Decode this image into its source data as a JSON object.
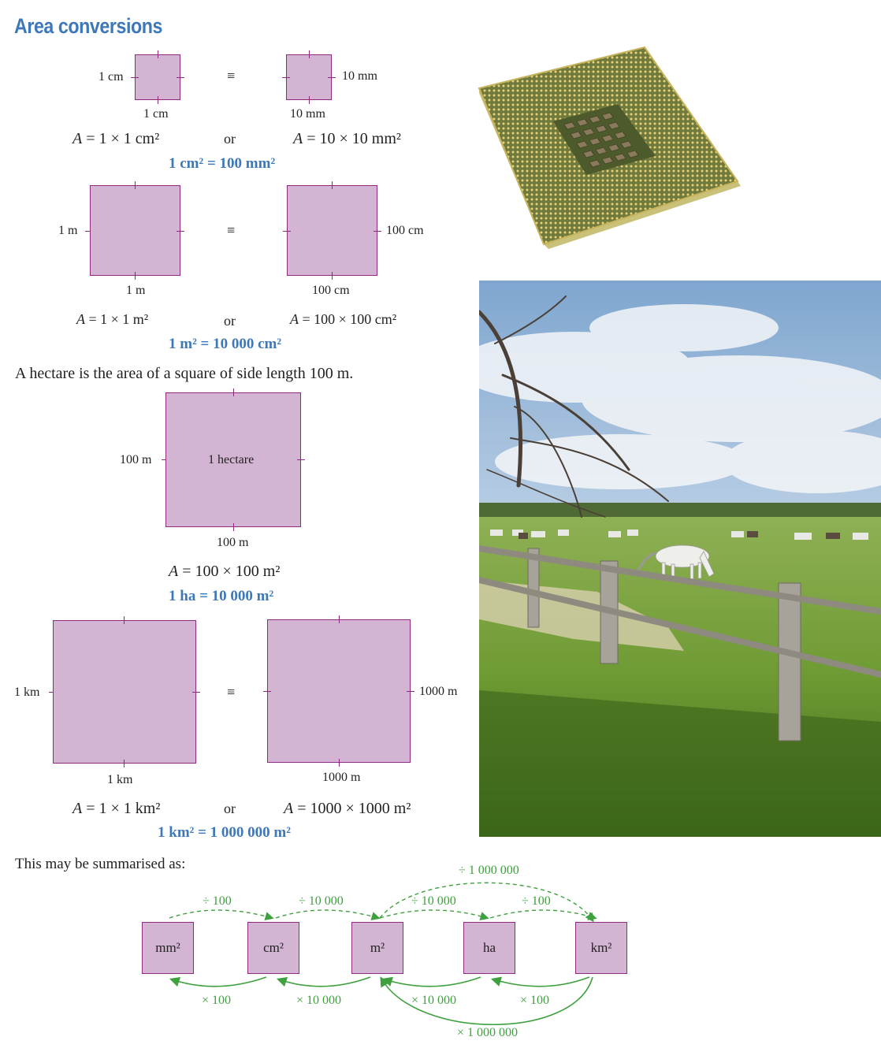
{
  "title": "Area conversions",
  "cm_row": {
    "left_side": "1 cm",
    "left_bottom": "1 cm",
    "right_side": "10 mm",
    "right_bottom": "10 mm",
    "equiv": "≡",
    "eq_left_a": "A",
    "eq_left_rest": " = 1 × 1 cm²",
    "or": "or",
    "eq_right_a": "A",
    "eq_right_rest": " = 10 × 10 mm²",
    "result": "1 cm² = 100 mm²"
  },
  "m_row": {
    "left_side": "1 m",
    "left_bottom": "1 m",
    "right_side": "100 cm",
    "right_bottom": "100 cm",
    "equiv": "≡",
    "eq_left_a": "A",
    "eq_left_rest": " = 1 × 1 m²",
    "or": "or",
    "eq_right_a": "A",
    "eq_right_rest": " = 100 × 100 cm²",
    "result": "1 m² = 10 000 cm²"
  },
  "hectare_text": "A hectare is the area of a square of side length 100 m.",
  "ha_row": {
    "side": "100 m",
    "inside": "1 hectare",
    "bottom": "100 m",
    "eq_a": "A",
    "eq_rest": " = 100 × 100 m²",
    "result": "1 ha = 10 000 m²"
  },
  "km_row": {
    "left_side": "1 km",
    "left_bottom": "1 km",
    "right_side": "1000 m",
    "right_bottom": "1000 m",
    "equiv": "≡",
    "eq_left_a": "A",
    "eq_left_rest": " = 1 × 1 km²",
    "or": "or",
    "eq_right_a": "A",
    "eq_right_rest": " = 1000 × 1000 m²",
    "result": "1 km² = 1 000 000 m²"
  },
  "summary_text": "This may be summarised as:",
  "units": [
    "mm²",
    "cm²",
    "m²",
    "ha",
    "km²"
  ],
  "divide_labels": [
    "÷ 100",
    "÷ 10 000",
    "÷ 10 000",
    "÷ 100"
  ],
  "divide_big": "÷ 1 000 000",
  "multiply_labels": [
    "× 100",
    "× 10 000",
    "× 10 000",
    "× 100"
  ],
  "multiply_big": "× 1 000 000",
  "colors": {
    "title": "#3f78b8",
    "square_fill": "#d4b4d3",
    "square_border": "#8e2a82",
    "arrows": "#3fa03f"
  },
  "images": [
    "cpu-chip-photo",
    "horses-paddock-photo"
  ]
}
